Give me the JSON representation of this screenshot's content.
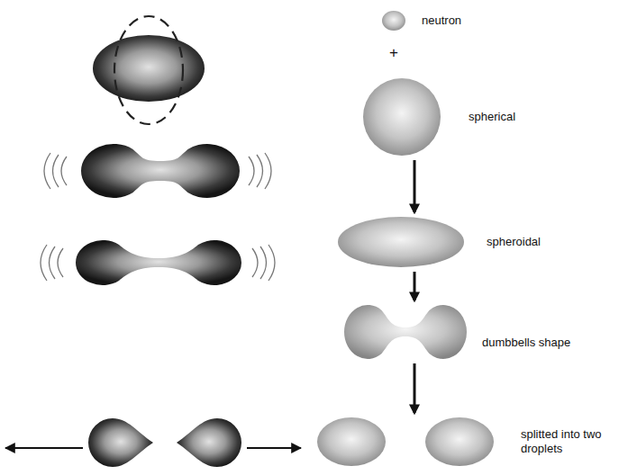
{
  "diagram": {
    "nodes": [
      {
        "text": [
          "neutron"
        ]
      },
      {
        "text": [
          "spherical"
        ]
      },
      {
        "text": [
          "spheroidal"
        ]
      },
      {
        "text": [
          "dumbbells shape"
        ]
      },
      {
        "text": [
          "splitted into two droplets"
        ]
      }
    ],
    "edges": [
      {
        "from": 1,
        "to": 2,
        "arrow": "to"
      },
      {
        "from": 2,
        "to": 3,
        "arrow": "to"
      },
      {
        "from": 3,
        "to": 4,
        "arrow": "to"
      }
    ],
    "labels": [
      "+"
    ]
  }
}
